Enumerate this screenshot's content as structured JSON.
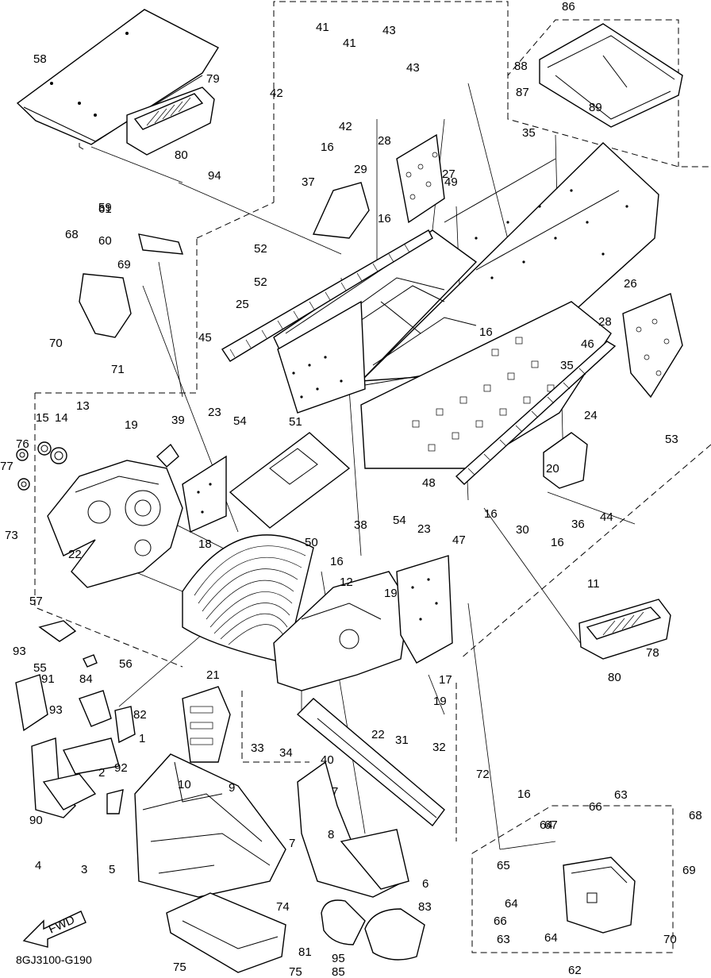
{
  "diagram_code": "8GJ3100-G190",
  "fwd_label": "FWD",
  "callouts": [
    {
      "n": "1"
    },
    {
      "n": "2"
    },
    {
      "n": "3"
    },
    {
      "n": "4"
    },
    {
      "n": "5"
    },
    {
      "n": "6"
    },
    {
      "n": "7"
    },
    {
      "n": "7"
    },
    {
      "n": "8"
    },
    {
      "n": "9"
    },
    {
      "n": "10"
    },
    {
      "n": "11"
    },
    {
      "n": "12"
    },
    {
      "n": "13"
    },
    {
      "n": "14"
    },
    {
      "n": "15"
    },
    {
      "n": "16"
    },
    {
      "n": "16"
    },
    {
      "n": "16"
    },
    {
      "n": "16"
    },
    {
      "n": "16"
    },
    {
      "n": "16"
    },
    {
      "n": "16"
    },
    {
      "n": "17"
    },
    {
      "n": "18"
    },
    {
      "n": "19"
    },
    {
      "n": "19"
    },
    {
      "n": "19"
    },
    {
      "n": "20"
    },
    {
      "n": "21"
    },
    {
      "n": "22"
    },
    {
      "n": "22"
    },
    {
      "n": "23"
    },
    {
      "n": "23"
    },
    {
      "n": "24"
    },
    {
      "n": "25"
    },
    {
      "n": "26"
    },
    {
      "n": "27"
    },
    {
      "n": "28"
    },
    {
      "n": "28"
    },
    {
      "n": "29"
    },
    {
      "n": "30"
    },
    {
      "n": "31"
    },
    {
      "n": "32"
    },
    {
      "n": "33"
    },
    {
      "n": "34"
    },
    {
      "n": "35"
    },
    {
      "n": "35"
    },
    {
      "n": "36"
    },
    {
      "n": "37"
    },
    {
      "n": "38"
    },
    {
      "n": "39"
    },
    {
      "n": "40"
    },
    {
      "n": "41"
    },
    {
      "n": "41"
    },
    {
      "n": "42"
    },
    {
      "n": "42"
    },
    {
      "n": "43"
    },
    {
      "n": "43"
    },
    {
      "n": "44"
    },
    {
      "n": "45"
    },
    {
      "n": "46"
    },
    {
      "n": "47"
    },
    {
      "n": "48"
    },
    {
      "n": "49"
    },
    {
      "n": "50"
    },
    {
      "n": "51"
    },
    {
      "n": "52"
    },
    {
      "n": "52"
    },
    {
      "n": "53"
    },
    {
      "n": "54"
    },
    {
      "n": "54"
    },
    {
      "n": "55"
    },
    {
      "n": "56"
    },
    {
      "n": "57"
    },
    {
      "n": "58"
    },
    {
      "n": "59"
    },
    {
      "n": "60"
    },
    {
      "n": "61"
    },
    {
      "n": "62"
    },
    {
      "n": "63"
    },
    {
      "n": "63"
    },
    {
      "n": "64"
    },
    {
      "n": "64"
    },
    {
      "n": "64"
    },
    {
      "n": "65"
    },
    {
      "n": "66"
    },
    {
      "n": "66"
    },
    {
      "n": "67"
    },
    {
      "n": "68"
    },
    {
      "n": "68"
    },
    {
      "n": "69"
    },
    {
      "n": "69"
    },
    {
      "n": "70"
    },
    {
      "n": "70"
    },
    {
      "n": "71"
    },
    {
      "n": "72"
    },
    {
      "n": "73"
    },
    {
      "n": "74"
    },
    {
      "n": "75"
    },
    {
      "n": "75"
    },
    {
      "n": "76"
    },
    {
      "n": "77"
    },
    {
      "n": "78"
    },
    {
      "n": "79"
    },
    {
      "n": "80"
    },
    {
      "n": "80"
    },
    {
      "n": "81"
    },
    {
      "n": "82"
    },
    {
      "n": "83"
    },
    {
      "n": "84"
    },
    {
      "n": "85"
    },
    {
      "n": "86"
    },
    {
      "n": "87"
    },
    {
      "n": "88"
    },
    {
      "n": "89"
    },
    {
      "n": "90"
    },
    {
      "n": "91"
    },
    {
      "n": "92"
    },
    {
      "n": "93"
    },
    {
      "n": "93"
    },
    {
      "n": "94"
    },
    {
      "n": "95"
    }
  ]
}
